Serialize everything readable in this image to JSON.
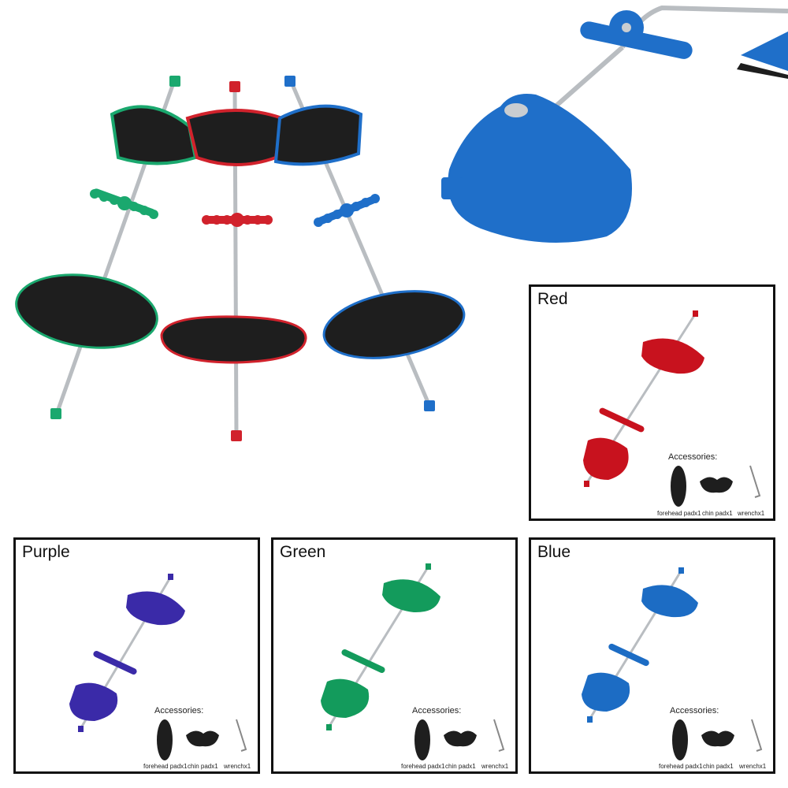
{
  "colors": {
    "green": "#1aa86e",
    "red": "#d1222c",
    "blue": "#1f6fc9",
    "purple": "#3b2aa8",
    "pad": "#1e1e1e",
    "rod": "#b8bcc0"
  },
  "panels": [
    {
      "label": "Red",
      "color": "#c8121e",
      "accessories": {
        "title": "Accessories:",
        "forehead": "forehead padx1",
        "chin": "chin padx1",
        "wrench": "wrenchx1"
      }
    },
    {
      "label": "Purple",
      "color": "#3a2aa8",
      "accessories": {
        "title": "Accessories:",
        "forehead": "forehead padx1",
        "chin": "chin padx1",
        "wrench": "wrenchx1"
      }
    },
    {
      "label": "Green",
      "color": "#139b5c",
      "accessories": {
        "title": "Accessories:",
        "forehead": "forehead padx1",
        "chin": "chin padx1",
        "wrench": "wrenchx1"
      }
    },
    {
      "label": "Blue",
      "color": "#1c6cc4",
      "accessories": {
        "title": "Accessories:",
        "forehead": "forehead padx1",
        "chin": "chin padx1",
        "wrench": "wrenchx1"
      }
    }
  ]
}
